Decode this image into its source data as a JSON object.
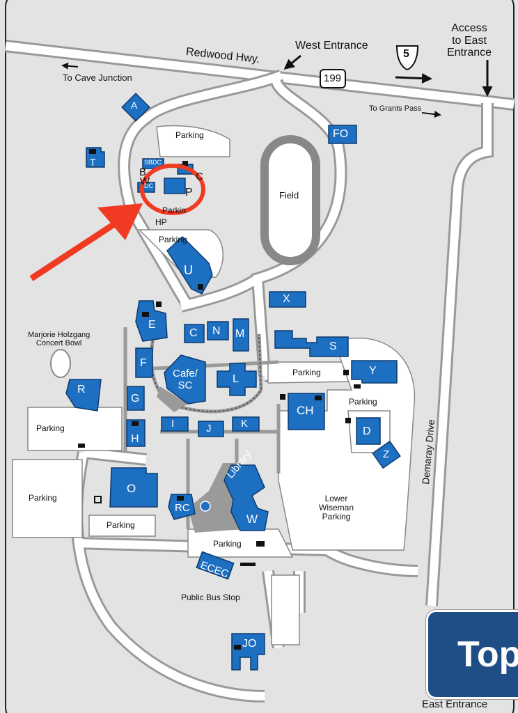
{
  "roads": {
    "highway": "Redwood Hwy.",
    "route_199": "199",
    "route_5": "5",
    "street_demaray": "Demaray Drive"
  },
  "entrances": {
    "west": "West Entrance",
    "access_east": "Access\nto East\nEntrance",
    "east": "East Entrance"
  },
  "directions": {
    "cave_junction": "To Cave Junction",
    "grants_pass": "To Grants Pass"
  },
  "buildings": [
    "A",
    "T",
    "FO",
    "B",
    "W",
    "SBDC",
    "DC",
    "C",
    "P",
    "HP",
    "U",
    "X",
    "E",
    "C",
    "N",
    "M",
    "S",
    "Y",
    "F",
    "Cafe/\nSC",
    "L",
    "R",
    "G",
    "I",
    "J",
    "K",
    "CH",
    "D",
    "Z",
    "H",
    "O",
    "Library",
    "W",
    "RC",
    "ECEC",
    "JO"
  ],
  "places": {
    "field": "Field",
    "concert_bowl": "Marjorie Holzgang\nConcert Bowl",
    "lower_parking": "Lower\nWiseman\nParking",
    "bus_stop": "Public Bus Stop",
    "parking": "Parking",
    "parking_partial": "Parkin"
  },
  "icons": [
    "restroom-icon",
    "wheelchair-icon",
    "elevator-icon",
    "info-icon",
    "bus-icon"
  ],
  "annotation": {
    "highlight": "circle around building P with pointing arrow",
    "color": "#f03a22"
  },
  "top_button": {
    "label": "Top"
  },
  "colors": {
    "building": "#1d6fc1",
    "ground": "#e3e3e3",
    "road": "#ffffff",
    "path": "#9a9a9a"
  }
}
